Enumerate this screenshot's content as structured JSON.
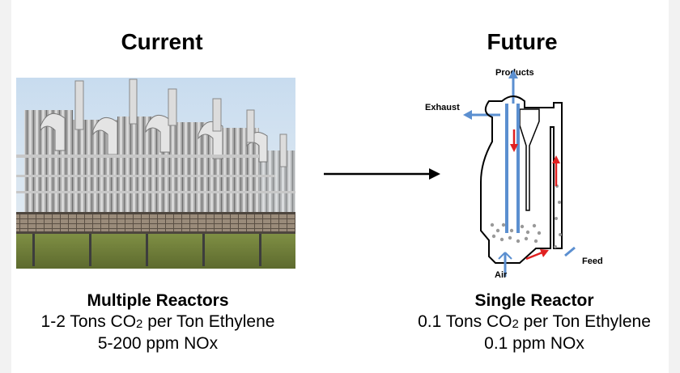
{
  "current": {
    "heading": "Current",
    "caption_title": "Multiple Reactors",
    "co2_prefix": "1-2 Tons CO",
    "co2_sub": "2",
    "co2_suffix": " per Ton Ethylene",
    "nox": "5-200 ppm NOx"
  },
  "future": {
    "heading": "Future",
    "caption_title": "Single Reactor",
    "co2_prefix": "0.1 Tons CO",
    "co2_sub": "2",
    "co2_suffix": " per Ton Ethylene",
    "nox": "0.1 ppm NOx",
    "diagram": {
      "label_products": "Products",
      "label_exhaust": "Exhaust",
      "label_air": "Air",
      "label_feed": "Feed"
    }
  },
  "colors": {
    "flow_blue": "#5b8fd0",
    "flow_red": "#e02020",
    "vessel_outline": "#000000",
    "sky": "#cfe0ef",
    "ground": "#8a9a4a"
  }
}
